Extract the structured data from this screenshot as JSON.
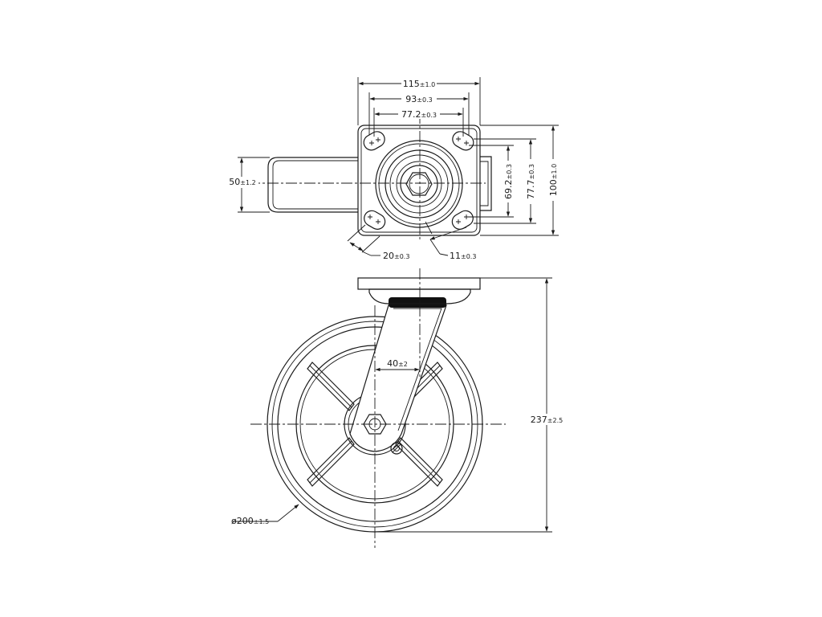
{
  "dimensions": {
    "plate_width": {
      "value": "115",
      "tol": "±1.0"
    },
    "hole_spacing_outer_x": {
      "value": "93",
      "tol": "±0.3"
    },
    "hole_spacing_inner_x": {
      "value": "77.2",
      "tol": "±0.3"
    },
    "wheel_width": {
      "value": "50",
      "tol": "±1.2"
    },
    "slot_width": {
      "value": "20",
      "tol": "±0.3"
    },
    "hole_diameter": {
      "value": "11",
      "tol": "±0.3"
    },
    "hole_spacing_inner_y": {
      "value": "69.2",
      "tol": "±0.3"
    },
    "hole_spacing_outer_y": {
      "value": "77.7",
      "tol": "±0.3"
    },
    "plate_height": {
      "value": "100",
      "tol": "±1.0"
    },
    "swivel_offset": {
      "value": "40",
      "tol": "±2"
    },
    "overall_height": {
      "value": "237",
      "tol": "±2.5"
    },
    "wheel_diameter": {
      "value": "ø200",
      "tol": "±1.5"
    }
  }
}
